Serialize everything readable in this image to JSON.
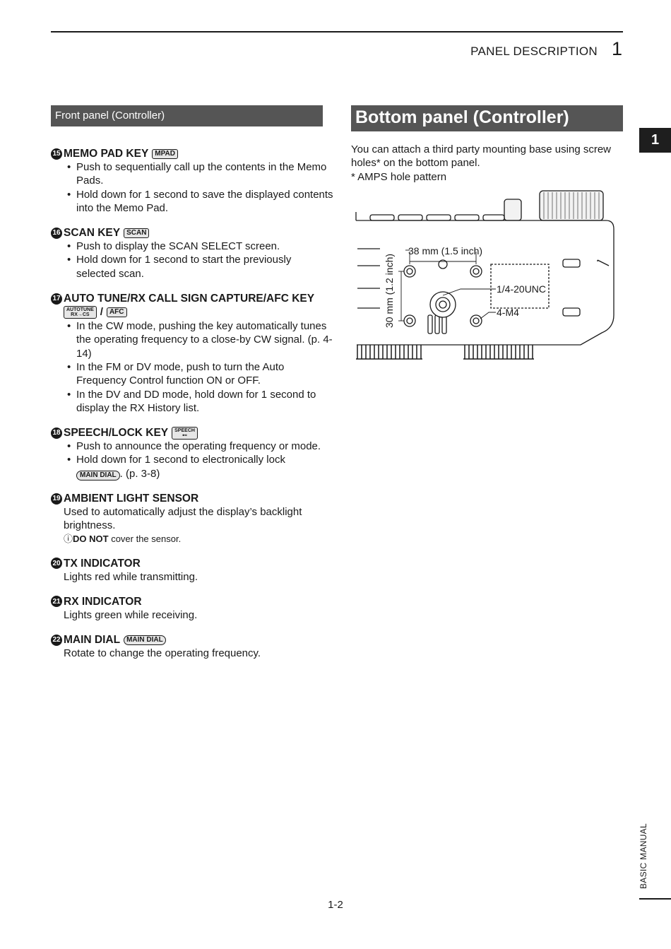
{
  "header": {
    "running_head": "PANEL DESCRIPTION",
    "chapter": "1",
    "chapter_tab": "1"
  },
  "left_section": {
    "title": "Front panel (Controller)",
    "items": [
      {
        "num": "15",
        "title": "MEMO PAD KEY",
        "key": "MPAD",
        "bullets": [
          "Push to sequentially call up the contents in the Memo Pads.",
          "Hold down for 1 second to save the displayed contents into the Memo Pad."
        ]
      },
      {
        "num": "16",
        "title": "SCAN KEY",
        "key": "SCAN",
        "bullets": [
          "Push to display the SCAN SELECT screen.",
          "Hold down for 1 second to start the previously selected scan."
        ]
      },
      {
        "num": "17",
        "title": "AUTO TUNE/RX CALL SIGN CAPTURE/AFC KEY",
        "key_top": "AUTOTUNE",
        "key_bottom": "RX→CS",
        "key_sep": "/",
        "key2": "AFC",
        "bullets": [
          "In the CW mode, pushing the key automatically tunes the operating frequency to a close-by CW signal. (p. 4-14)",
          "In the FM or DV mode, push to turn the Auto Frequency Control function ON or OFF.",
          "In the DV and DD mode, hold down for 1 second to display the RX History list."
        ]
      },
      {
        "num": "18",
        "title": "SPEECH/LOCK KEY",
        "key_top": "SPEECH",
        "key_bottom": "⊷",
        "bullets": [
          "Push to announce the operating frequency or mode.",
          "Hold down for 1 second to electronically lock"
        ],
        "lock_key": "MAIN DIAL",
        "lock_suffix": ". (p. 3-8)"
      },
      {
        "num": "19",
        "title": "AMBIENT LIGHT SENSOR",
        "desc": "Used to automatically adjust the display’s backlight brightness.",
        "note_icon": "ⓘ",
        "note_bold": "DO NOT",
        "note_rest": " cover the sensor."
      },
      {
        "num": "20",
        "title": "TX INDICATOR",
        "desc": "Lights red while transmitting."
      },
      {
        "num": "21",
        "title": "RX INDICATOR",
        "desc": "Lights green while receiving."
      },
      {
        "num": "22",
        "title": "MAIN DIAL",
        "key": "MAIN DIAL",
        "desc": "Rotate to change the operating frequency."
      }
    ]
  },
  "right_section": {
    "title": "Bottom panel (Controller)",
    "body": "You can attach a third party mounting base using screw holes* on the bottom panel.",
    "footnote": "* AMPS hole pattern",
    "diagram": {
      "dim_horizontal": "38 mm (1.5 inch)",
      "dim_vertical": "30 mm (1.2 inch)",
      "callout_1": "1/4-20UNC",
      "callout_2": "4-M4"
    }
  },
  "footer": {
    "side_label": "BASIC MANUAL",
    "page_number": "1-2"
  }
}
